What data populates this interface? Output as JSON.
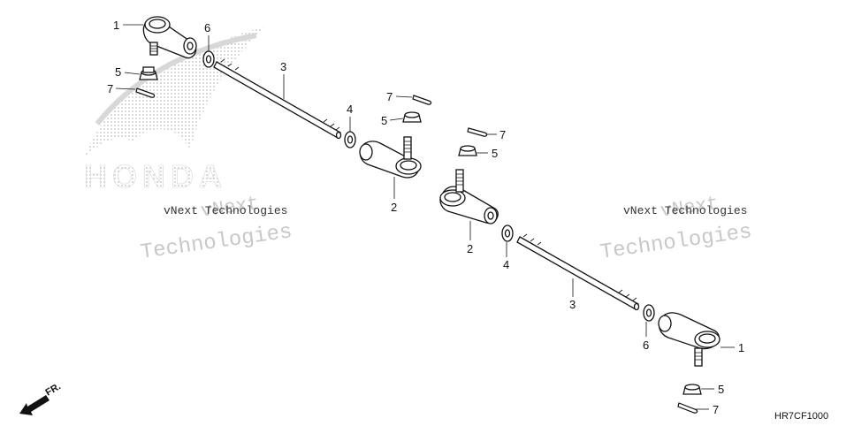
{
  "callouts": {
    "c1a": "1",
    "c6a": "6",
    "c3a": "3",
    "c5a": "5",
    "c7a": "7",
    "c4a": "4",
    "c2a": "2",
    "c7b": "7",
    "c5b": "5",
    "c7c": "7",
    "c5c": "5",
    "c2b": "2",
    "c4b": "4",
    "c3b": "3",
    "c6b": "6",
    "c1b": "1",
    "c5d": "5",
    "c7d": "7"
  },
  "watermarks": {
    "brand": "HONDA",
    "left_line1": "vNext Technologies",
    "left_big1": "vNext",
    "left_big2": "Technologies",
    "right_line1": "vNext Technologies",
    "right_big1": "vNext",
    "right_big2": "Technologies"
  },
  "front_label": "FR.",
  "diagram_code": "HR7CF1000",
  "colors": {
    "line": "#111111",
    "fill": "#ffffff",
    "watermark": "#c8c8c8"
  }
}
